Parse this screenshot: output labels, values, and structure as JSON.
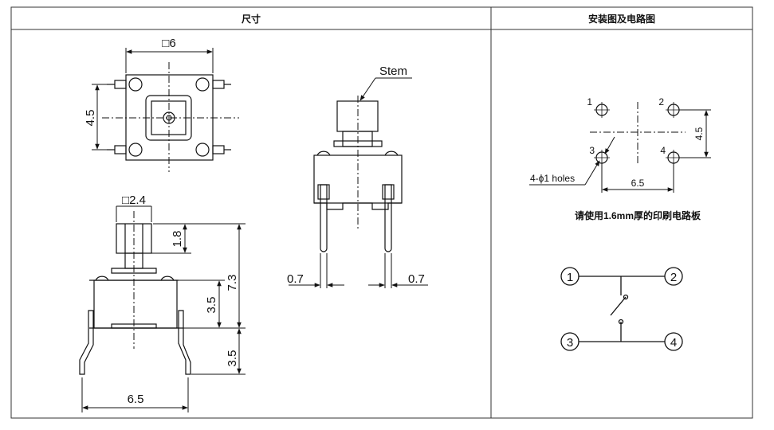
{
  "table": {
    "left_header": "尺寸",
    "right_header": "安装图及电路图"
  },
  "top_view": {
    "width_label": "□6",
    "height_label": "4.5"
  },
  "side_view": {
    "stem_label": "□2.4",
    "dim_stem": "1.8",
    "dim_total": "7.3",
    "dim_body": "3.5",
    "dim_leg": "3.5",
    "dim_leg_span": "6.5"
  },
  "front_view": {
    "stem_callout": "Stem",
    "pin_left": "0.7",
    "pin_right": "0.7"
  },
  "mounting": {
    "pin_numbers": [
      "1",
      "2",
      "3",
      "4"
    ],
    "holes_label": "4-ϕ1 holes",
    "dim_horizontal": "6.5",
    "dim_vertical": "4.5",
    "pcb_note": "请使用1.6mm厚的印刷电路板"
  },
  "circuit": {
    "nodes": [
      "1",
      "2",
      "3",
      "4"
    ]
  }
}
